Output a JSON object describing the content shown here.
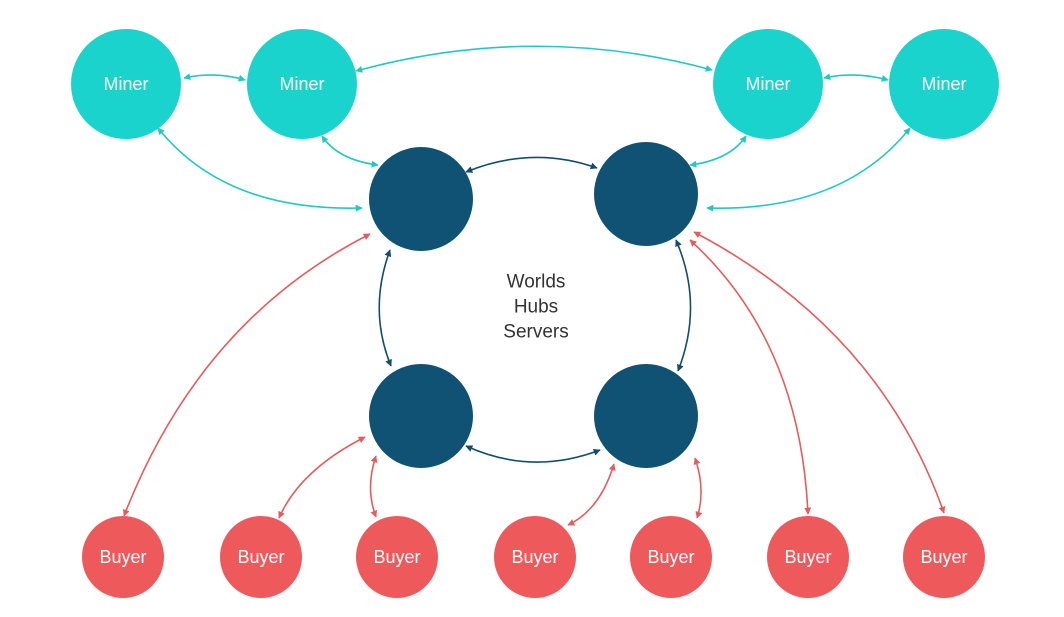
{
  "colors": {
    "miner": "#1ad3cc",
    "hub": "#0f5274",
    "buyer": "#ee5a5c",
    "miner_edge": "#22c9c4",
    "hub_edge": "#124d6d",
    "buyer_edge": "#e65c5c",
    "center_text": "#333333"
  },
  "center_label": {
    "lines": [
      "Worlds",
      "Hubs",
      "Servers"
    ]
  },
  "nodes": {
    "miners": [
      {
        "label": "Miner"
      },
      {
        "label": "Miner"
      },
      {
        "label": "Miner"
      },
      {
        "label": "Miner"
      }
    ],
    "hubs": [
      {
        "label": ""
      },
      {
        "label": ""
      },
      {
        "label": ""
      },
      {
        "label": ""
      }
    ],
    "buyers": [
      {
        "label": "Buyer"
      },
      {
        "label": "Buyer"
      },
      {
        "label": "Buyer"
      },
      {
        "label": "Buyer"
      },
      {
        "label": "Buyer"
      },
      {
        "label": "Buyer"
      },
      {
        "label": "Buyer"
      }
    ]
  }
}
